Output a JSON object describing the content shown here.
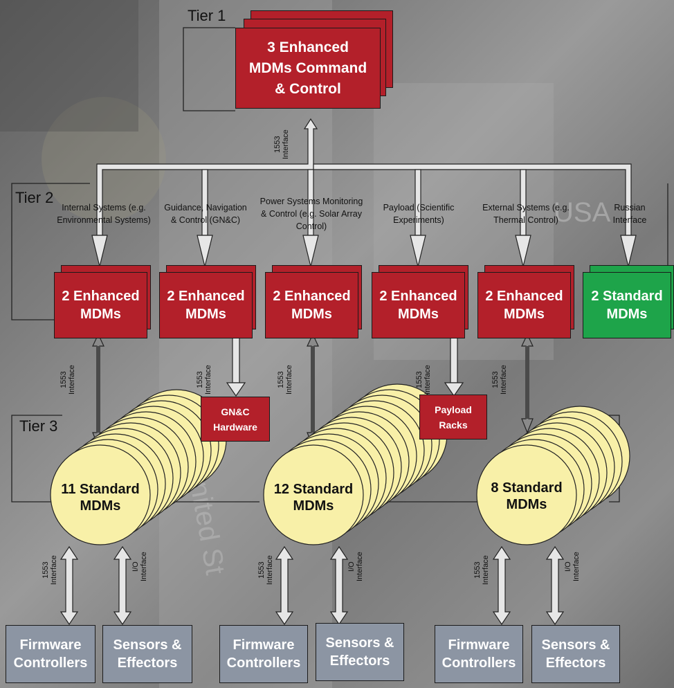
{
  "tiers": {
    "tier1": "Tier 1",
    "tier2": "Tier 2",
    "tier3": "Tier 3"
  },
  "top_box": "3 Enhanced\nMDMs Command\n& Control",
  "top_interface": "1553\nInterface",
  "systems": [
    {
      "label": "Internal Systems\n(e.g. Environmental Systems)",
      "box": "2 Enhanced\nMDMs"
    },
    {
      "label": "Guidance, Navigation\n& Control (GN&C)",
      "box": "2 Enhanced\nMDMs"
    },
    {
      "label": "Power Systems\nMonitoring & Control\n(e.g. Solar Array Control)",
      "box": "2 Enhanced\nMDMs"
    },
    {
      "label": "Payload\n(Scientific Experiments)",
      "box": "2 Enhanced\nMDMs"
    },
    {
      "label": "External Systems\n(e.g. Thermal Control)",
      "box": "2 Enhanced\nMDMs"
    },
    {
      "label": "Russian\nInterface",
      "box": "2 Standard\nMDMs"
    }
  ],
  "tier2_interfaces": [
    "1553\nInterface",
    "1553\nInterface",
    "1553\nInterface",
    "1553\nInterface",
    "1553\nInterface"
  ],
  "gnc_hardware": "GN&C\nHardware",
  "payload_racks": "Payload\nRacks",
  "standard_groups": [
    {
      "label": "11 Standard\nMDMs"
    },
    {
      "label": "12 Standard\nMDMs"
    },
    {
      "label": "8 Standard\nMDMs"
    }
  ],
  "bottom_interfaces": [
    "1553\nInterface",
    "I/O\nInterface"
  ],
  "bottom_boxes": [
    {
      "firmware": "Firmware\nControllers",
      "sensors": "Sensors &\nEffectors"
    },
    {
      "firmware": "Firmware\nControllers",
      "sensors": "Sensors &\nEffectors"
    },
    {
      "firmware": "Firmware\nControllers",
      "sensors": "Sensors &\nEffectors"
    }
  ],
  "background_watermarks": [
    "USA",
    "United St"
  ],
  "colors": {
    "enhanced_red": "#b3202a",
    "standard_green": "#1ea44a",
    "device_gray": "#8c95a3",
    "standard_yellow": "#f8f0a8"
  }
}
